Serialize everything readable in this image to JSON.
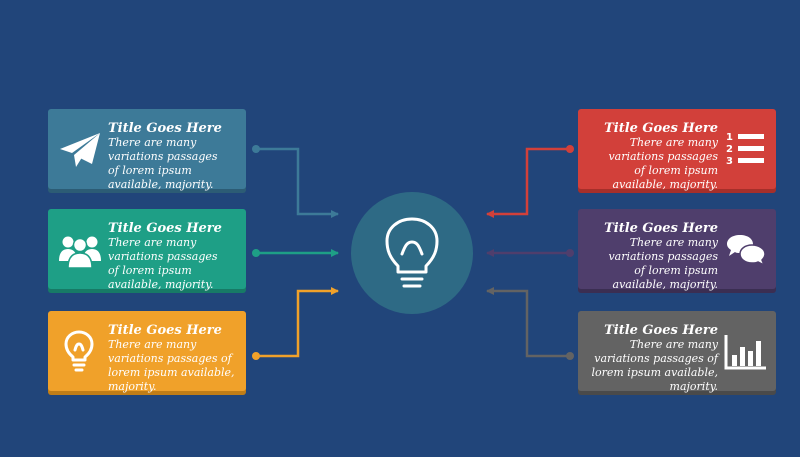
{
  "colors": {
    "background": "#21457a",
    "center": "#2e6a85",
    "card_blue": "#3d7a98",
    "card_green": "#1e9f86",
    "card_orange": "#f0a12a",
    "card_red": "#d2403a",
    "card_purple": "#4f3e6c",
    "card_gray": "#636363"
  },
  "center": {
    "icon": "lightbulb-icon"
  },
  "cards": [
    {
      "id": "left-1",
      "icon": "paper-plane-icon",
      "title": "Title Goes Here",
      "body": "There are many\nvariations  passages\nof lorem ipsum\navailable, majority."
    },
    {
      "id": "left-2",
      "icon": "people-group-icon",
      "title": "Title Goes Here",
      "body": "There are many\nvariations  passages\nof lorem ipsum\navailable, majority."
    },
    {
      "id": "left-3",
      "icon": "lightbulb-icon",
      "title": "Title Goes Here",
      "body": "There are many\nvariations passages of\nlorem ipsum available,\nmajority."
    },
    {
      "id": "right-1",
      "icon": "numbered-list-icon",
      "title": "Title Goes Here",
      "body": "There are many\nvariations  passages\nof lorem ipsum\navailable, majority."
    },
    {
      "id": "right-2",
      "icon": "speech-bubbles-icon",
      "title": "Title Goes Here",
      "body": "There are many\nvariations  passages\nof lorem ipsum\navailable, majority."
    },
    {
      "id": "right-3",
      "icon": "bar-chart-icon",
      "title": "Title Goes Here",
      "body": "There are many\nvariations passages of\nlorem ipsum available,\nmajority."
    }
  ]
}
